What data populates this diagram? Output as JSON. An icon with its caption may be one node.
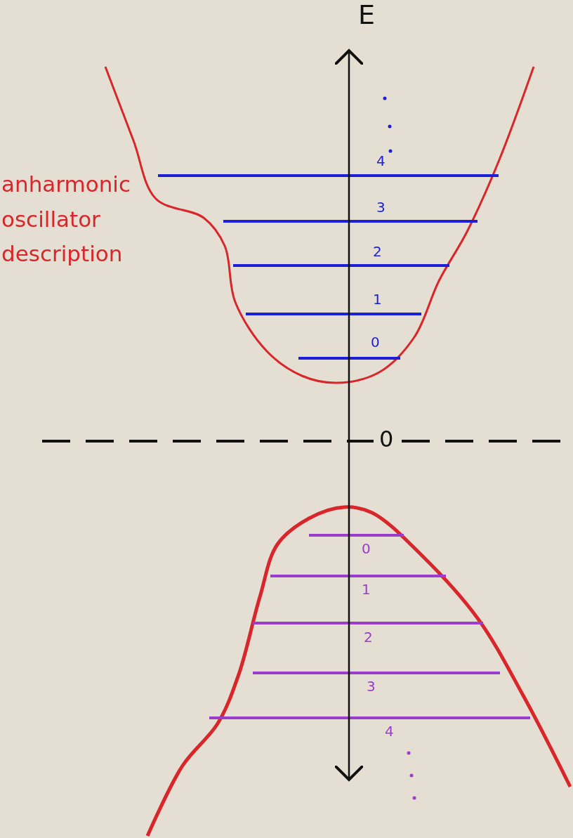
{
  "diagram": {
    "labels": [
      "E",
      "anharmonic oscillator description",
      "4",
      "3",
      "2",
      "1",
      "0",
      "0",
      "0",
      "1",
      "2",
      "3",
      "4"
    ]
  }
}
